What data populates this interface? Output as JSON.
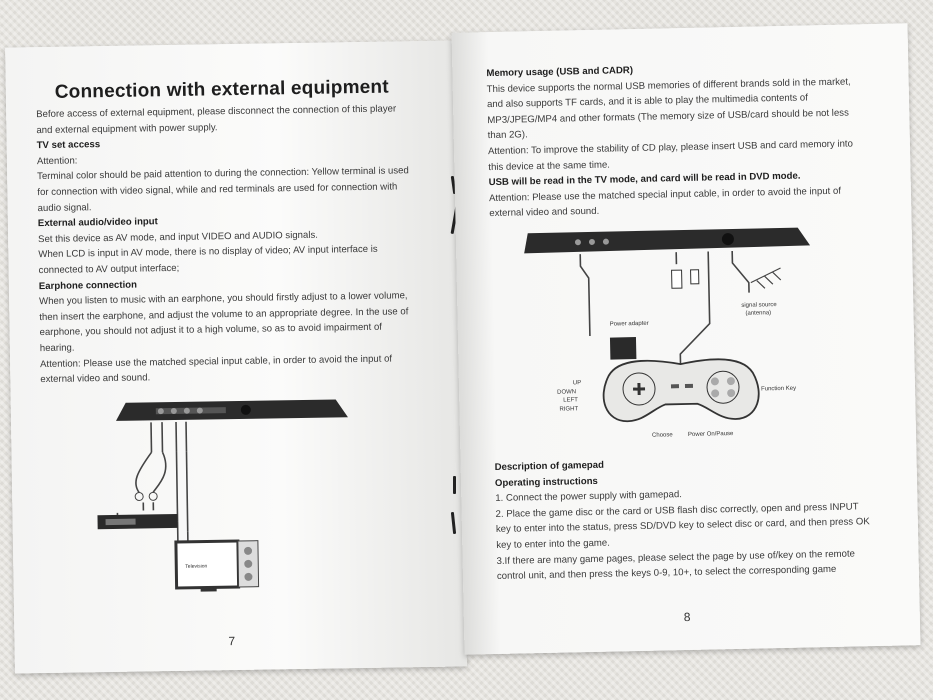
{
  "left_page": {
    "title": "Connection with external equipment",
    "intro": "Before access of external equipment, please disconnect the connection of this player and external equipment with power supply.",
    "tv_heading": "TV set access",
    "tv_attention": "Attention:",
    "tv_text": "Terminal color should be paid attention to during the connection: Yellow terminal is used for connection with video signal, while and red terminals are used for connection with audio signal.",
    "av_heading": "External audio/video input",
    "av_text1": "Set this device as AV mode, and input VIDEO and AUDIO signals.",
    "av_text2": "When LCD is input in AV mode, there is no display of video; AV input interface is connected to AV output interface;",
    "ep_heading": "Earphone connection",
    "ep_text": "When you listen to music with an earphone, you should firstly adjust to a lower volume, then insert the earphone, and adjust the volume to an appropriate degree. In the use of earphone, you should not adjust it to a high volume, so as to avoid impairment of hearing.",
    "ep_attention": "Attention: Please use the matched special input cable, in order to avoid the input of external video and sound.",
    "tv_screen_label": "Television",
    "page_number": "7"
  },
  "right_page": {
    "mem_heading": "Memory usage (USB and CADR)",
    "mem_text": "This device supports the normal USB memories of different brands sold in the market, and also supports TF cards, and it is able to play the multimedia contents of MP3/JPEG/MP4 and other formats (The memory size of USB/card should be not less than 2G).",
    "mem_attention": "Attention: To improve the stability of CD play, please insert USB and card memory into this device at the same time.",
    "usb_bold": "USB will be read in the TV mode, and card will be read in DVD mode.",
    "cable_attention": "Attention: Please use the matched special input cable, in order to avoid the input of external video and sound.",
    "diagram": {
      "signal_source": "signal source",
      "antenna": "(antenna)",
      "power_adapter": "Power adapter",
      "up": "UP",
      "down": "DOWN",
      "left": "LEFT",
      "right": "RIGHT",
      "function_key": "Function Key",
      "choose": "Choose",
      "power_on_pause": "Power On/Pause"
    },
    "gamepad_heading": "Description of gamepad",
    "ops_heading": "Operating instructions",
    "step1": "1. Connect the power supply with gamepad.",
    "step2": "2. Place the game disc or the card or USB flash disc correctly, open and press INPUT key to enter into the status, press SD/DVD key to select disc or card, and then press OK key to enter into the game.",
    "step3": "3.If there are many game pages, please select the page by use of/key on the remote control unit, and then press the keys 0-9, 10+, to select the corresponding game",
    "page_number": "8"
  }
}
